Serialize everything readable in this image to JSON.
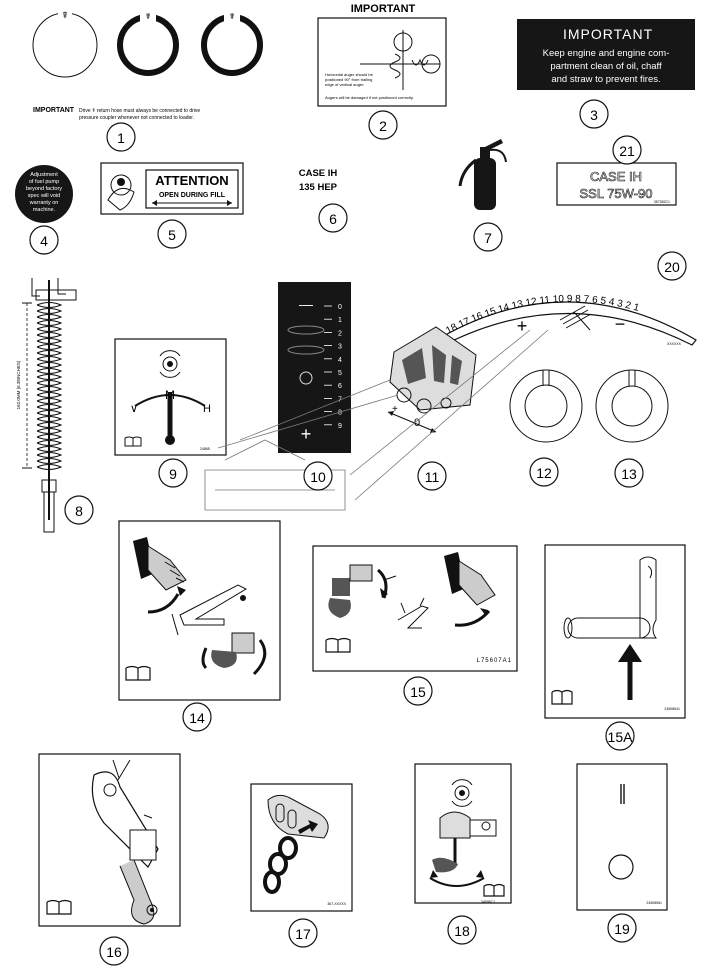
{
  "callouts": [
    "1",
    "2",
    "3",
    "4",
    "5",
    "6",
    "7",
    "8",
    "9",
    "10",
    "11",
    "12",
    "13",
    "14",
    "15",
    "15A",
    "16",
    "17",
    "18",
    "19",
    "20",
    "21"
  ],
  "decal1": {
    "important_word": "IMPORTANT",
    "text": "Drive ☤ return hose must always be connected to drive pressure coupler whenever not connected to loader."
  },
  "decal2": {
    "title": "IMPORTANT",
    "lines": [
      "Horizontal auger should be",
      "positioned 90° from trailing",
      "edge of vertical auger.",
      "Augers will be damaged if not positioned correctly."
    ]
  },
  "decal3": {
    "title": "IMPORTANT",
    "lines": [
      "Keep engine and engine com-",
      "partment clean of oil, chaff",
      "and straw to prevent fires."
    ]
  },
  "decal4": {
    "lines": [
      "Adjustment",
      "of fuel pump",
      "beyond factory",
      "spec will void",
      "warranty on",
      "machine."
    ]
  },
  "decal5": {
    "line1": "ATTENTION",
    "line2": "OPEN DURING FILL"
  },
  "decal6": {
    "line1": "CASE IH",
    "line2": "135 HEP"
  },
  "decal21": {
    "line1": "CASE IH",
    "line2": "SSL 75W-90",
    "code": "357382C1"
  },
  "decal20": {
    "scale_numbers": [
      "18",
      "17",
      "16",
      "15",
      "14",
      "13",
      "12",
      "11",
      "10",
      "9",
      "8",
      "7",
      "6",
      "5",
      "4",
      "3",
      "2",
      "1"
    ],
    "plus": "+",
    "minus": "−",
    "code": "XXXXXX"
  },
  "decal8": {
    "dimension": "162.0MM (6.38INCHES)"
  },
  "decal9": {
    "markers": [
      "M",
      "∨",
      "H"
    ],
    "code": "24865"
  },
  "decal10": {
    "scale": [
      "0",
      "1",
      "2",
      "3",
      "4",
      "5",
      "6",
      "7",
      "8",
      "9"
    ],
    "minus": "—",
    "plus": "+"
  },
  "decal11": {
    "plus": "+",
    "zero": "0"
  },
  "decal15": {
    "code": "L75607A1"
  },
  "decal15a": {
    "code": "24508541"
  },
  "decal17": {
    "code": "367-XXXXX"
  },
  "decal18": {
    "code": "34595C1"
  },
  "decal19": {
    "code": "24508561"
  }
}
